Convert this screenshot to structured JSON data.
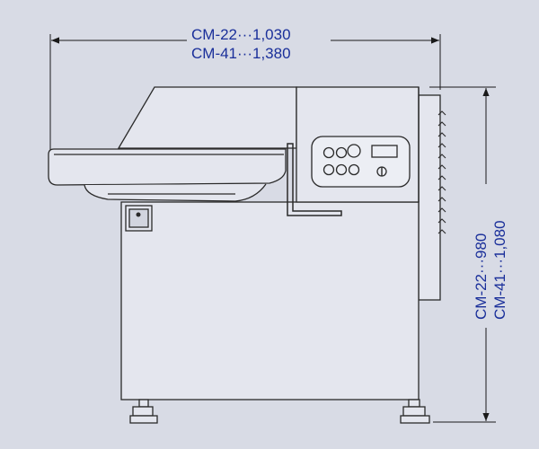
{
  "dimensions": {
    "width": {
      "line1": "CM-22···1,030",
      "line2": "CM-41···1,380"
    },
    "height": {
      "line1": "CM-22···980",
      "line2": "CM-41···1,080"
    }
  },
  "colors": {
    "background": "#d8dbe5",
    "machine_fill": "#e4e6ee",
    "outline": "#2a2a2a",
    "dimension_text": "#1a2f9a",
    "dimension_line": "#1a1a1a"
  }
}
